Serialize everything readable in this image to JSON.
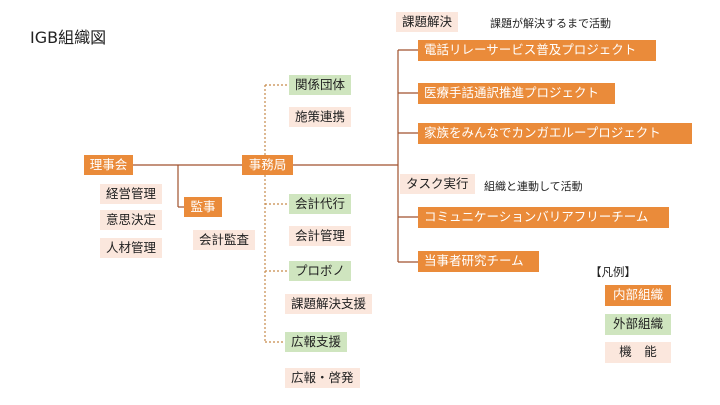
{
  "title": "IGB組織図",
  "colors": {
    "internal": "#ea8b3a",
    "external": "#cfe5bf",
    "function": "#fbe7dd",
    "line_solid": "#a0522d",
    "line_dotted": "#c68a4b"
  },
  "nodes": {
    "rijikai": "理事会",
    "keiei_kanri": "経営管理",
    "ishi_kettei": "意思決定",
    "jinzai_kanri": "人材管理",
    "kanji": "監事",
    "kaikei_kansa": "会計監査",
    "jimukyoku": "事務局",
    "kankei_dantai": "関係団体",
    "shisaku_renkei": "施策連携",
    "kaikei_daiko": "会計代行",
    "kaikei_kanri": "会計管理",
    "puroboно": "プロボノ",
    "kadai_kaiketsu_shien": "課題解決支援",
    "koho_shien": "広報支援",
    "koho_keihatsu": "広報・啓発"
  },
  "kadai_kaiketsu": {
    "label": "課題解決",
    "note": "課題が解決するまで活動"
  },
  "task_jikko": {
    "label": "タスク実行",
    "note": "組織と連動して活動"
  },
  "projects": [
    "電話リレーサービス普及プロジェクト",
    "医療手話通訳推進プロジェクト",
    "家族をみんなでカンガエループロジェクト"
  ],
  "teams": [
    "コミュニケーションバリアフリーチーム",
    "当事者研究チーム"
  ],
  "legend": {
    "heading": "【凡例】",
    "internal": "内部組織",
    "external": "外部組織",
    "function": "機　能"
  }
}
